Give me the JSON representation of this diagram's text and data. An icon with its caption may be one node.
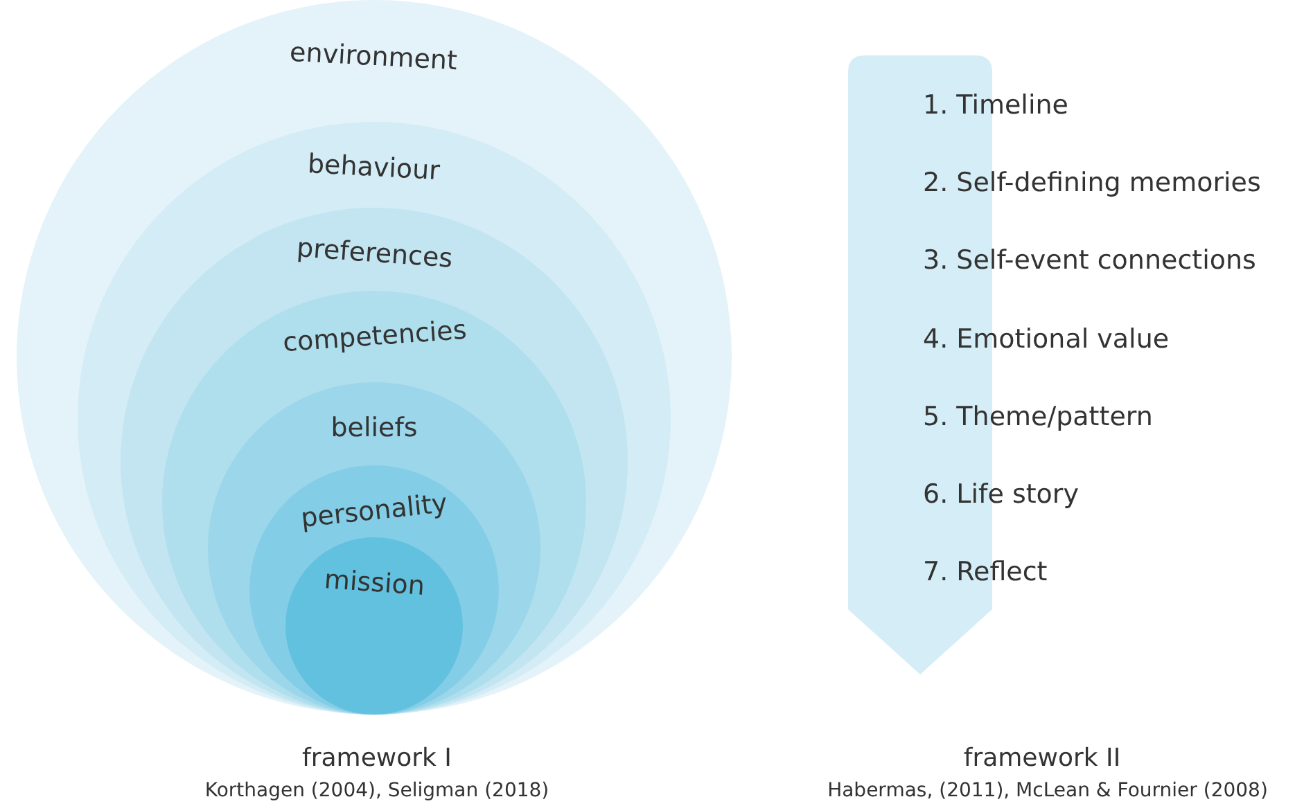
{
  "diagram": {
    "nodes": [
      {
        "text": [
          "environment"
        ]
      },
      {
        "text": [
          "behaviour"
        ],
        "in": 0
      },
      {
        "text": [
          "preferences"
        ],
        "in": 1
      },
      {
        "text": [
          "competencies"
        ],
        "in": 2
      },
      {
        "text": [
          "beliefs"
        ],
        "in": 3
      },
      {
        "text": [
          "personality"
        ],
        "in": 4
      },
      {
        "text": [
          "mission"
        ],
        "in": 5
      },
      {
        "text": [
          "1. Timeline",
          "2. Self-defining memories",
          "3. Self-event connections",
          "4. Emotional value",
          "5. Theme/pattern",
          "6. Life story",
          "7. Reflect"
        ]
      }
    ],
    "labels": [
      "framework I",
      "Korthagen (2004), Seligman (2018)",
      "framework II",
      "Habermas, (2011), McLean & Fournier (2008)"
    ]
  }
}
